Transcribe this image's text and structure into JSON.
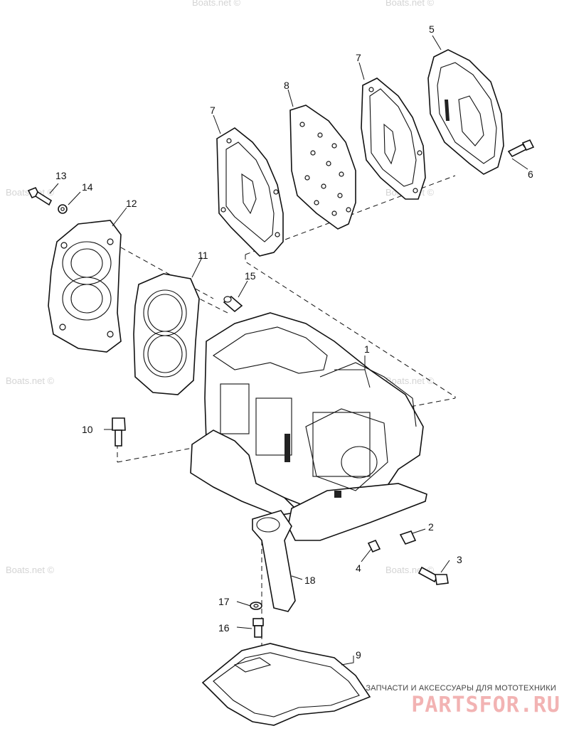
{
  "watermark": "Boats.net ©",
  "brand": {
    "tagline": "ЗАПЧАСТИ И АКСЕССУАРЫ ДЛЯ МОТОТЕХНИКИ",
    "logo": "PARTSFOR.RU",
    "logo_color": "#f2b3b3"
  },
  "callouts": {
    "c1": "1",
    "c2": "2",
    "c3": "3",
    "c4": "4",
    "c5": "5",
    "c6": "6",
    "c7a": "7",
    "c7b": "7",
    "c8": "8",
    "c9": "9",
    "c10": "10",
    "c11": "11",
    "c12": "12",
    "c13": "13",
    "c14": "14",
    "c15": "15",
    "c16": "16",
    "c17": "17",
    "c18": "18"
  }
}
